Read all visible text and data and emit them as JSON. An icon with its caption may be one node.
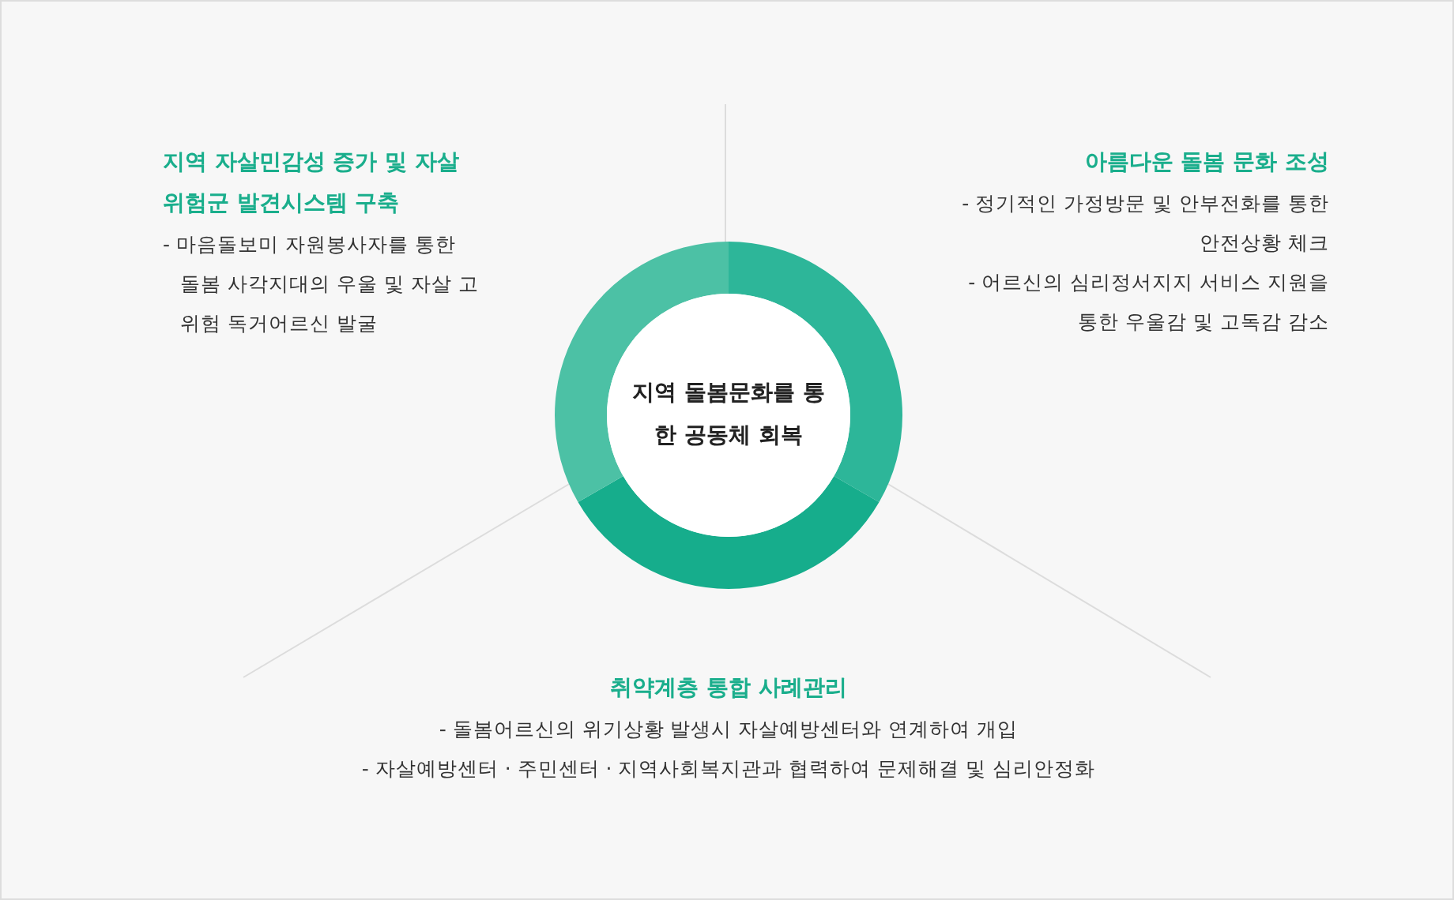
{
  "diagram": {
    "nodes": [
      {
        "text": [
          "지역 돌봄문화를 통한 공동체 회복"
        ]
      },
      {
        "text": [
          "지역 자살민감성 증가 및 자살위험군 발견시스템 구축",
          "- 마음돌보미 자원봉사자를 통한 돌봄 사각지대의 우울 및 자살 고위험 독거어르신 발굴"
        ]
      },
      {
        "text": [
          "아름다운 돌봄 문화 조성",
          "- 정기적인 가정방문 및 안부전화를 통한 안전상황 체크",
          "- 어르신의 심리정서지지 서비스 지원을 통한 우울감 및 고독감 감소"
        ]
      },
      {
        "text": [
          "취약계층 통합 사례관리",
          "- 돌봄어르신의 위기상황 발생시 자살예방센터와 연계하여 개입",
          "- 자살예방센터 · 주민센터 · 지역사회복지관과 협력하여 문제해결 및 심리안정화"
        ]
      }
    ]
  }
}
